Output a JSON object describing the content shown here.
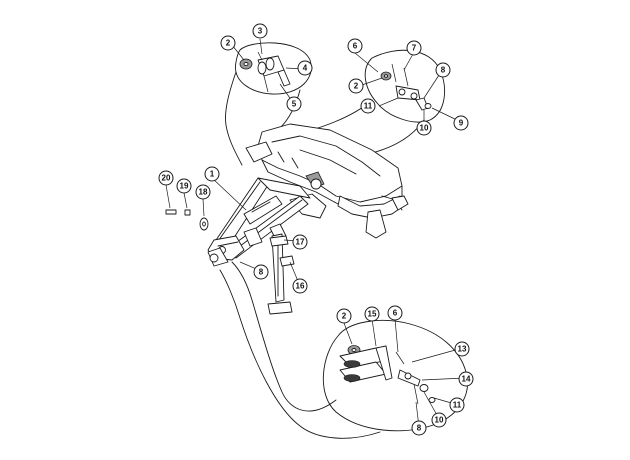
{
  "callouts": {
    "c1": "1",
    "c2a": "2",
    "c2b": "2",
    "c2c": "2",
    "c3": "3",
    "c4": "4",
    "c5": "5",
    "c6a": "6",
    "c6b": "6",
    "c7": "7",
    "c8a": "8",
    "c8b": "8",
    "c8c": "8",
    "c9": "9",
    "c10a": "10",
    "c10b": "10",
    "c11a": "11",
    "c11b": "11",
    "c13": "13",
    "c14": "14",
    "c15": "15",
    "c16": "16",
    "c17": "17",
    "c18": "18",
    "c19": "19",
    "c20": "20"
  }
}
